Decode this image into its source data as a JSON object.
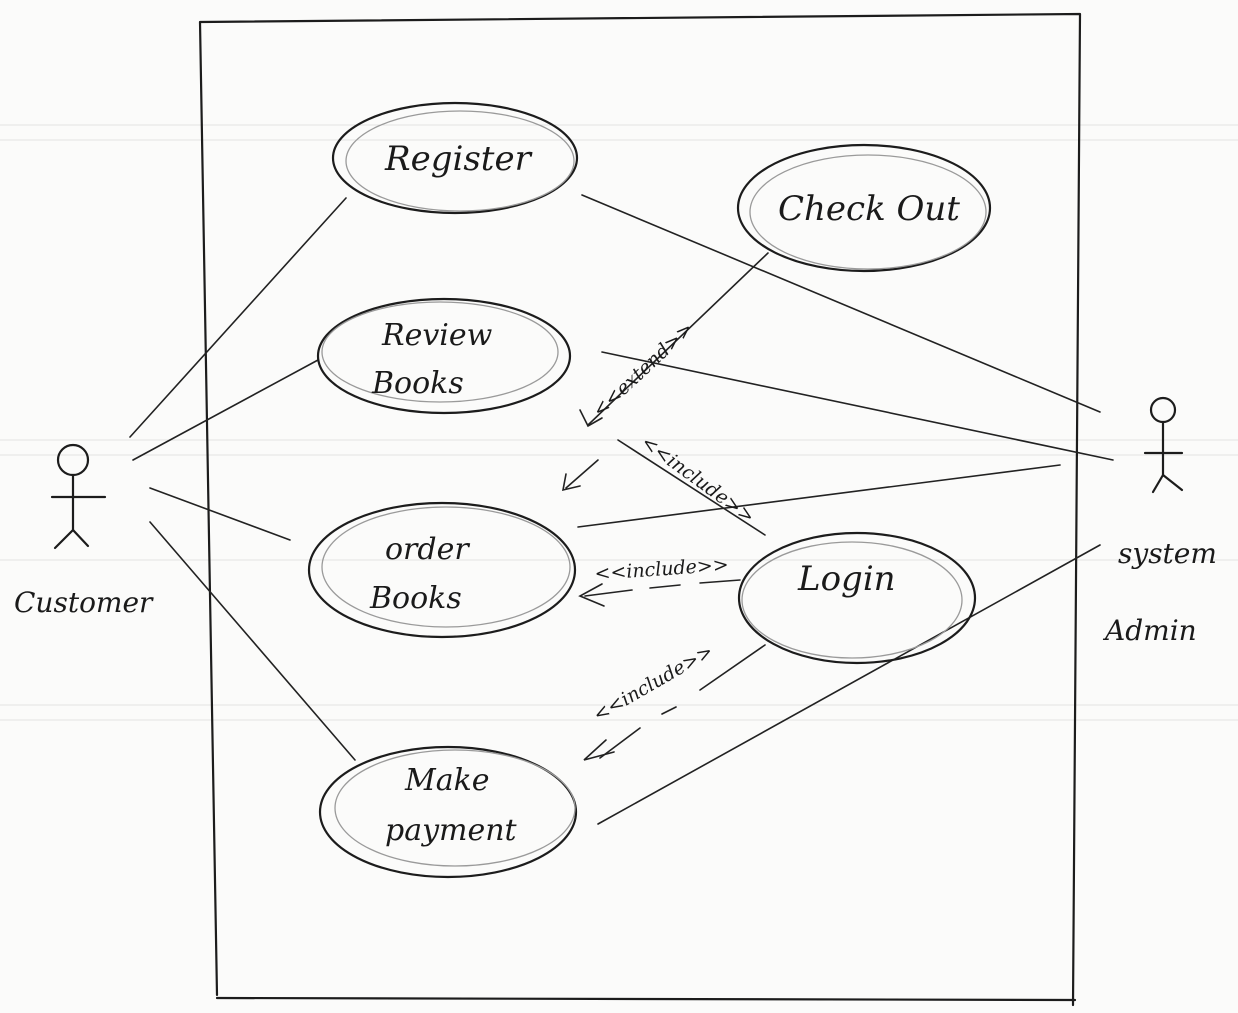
{
  "actors": {
    "left": {
      "name": "Customer"
    },
    "right": {
      "line1": "system",
      "line2": "Admin"
    }
  },
  "use_cases": {
    "register": "Register",
    "checkout": "Check Out",
    "review_books": {
      "line1": "Review",
      "line2": "Books"
    },
    "order_books": {
      "line1": "order",
      "line2": "Books"
    },
    "login": "Login",
    "make_payment": {
      "line1": "Make",
      "line2": "payment"
    }
  },
  "stereotypes": {
    "extend": "<<extend>>",
    "include_review_login": "<<include>>",
    "include_login_order": "<<include>>",
    "include_login_payment": "<<include>>"
  },
  "colors": {
    "ink": "#1c1c1c",
    "paper": "#fbfbfa"
  }
}
